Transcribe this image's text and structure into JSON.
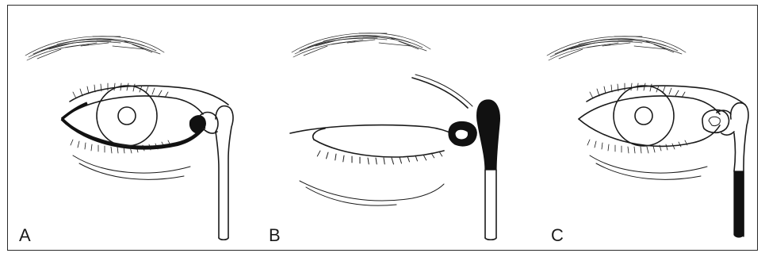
{
  "panels": [
    {
      "label": "A",
      "fluid": "lid-margin-and-sac"
    },
    {
      "label": "B",
      "fluid": "lacrimal-sac-full"
    },
    {
      "label": "C",
      "fluid": "nasolacrimal-duct-lower"
    }
  ],
  "colors": {
    "ink": "#1a1a1a",
    "fill": "#111111",
    "background": "#ffffff"
  }
}
